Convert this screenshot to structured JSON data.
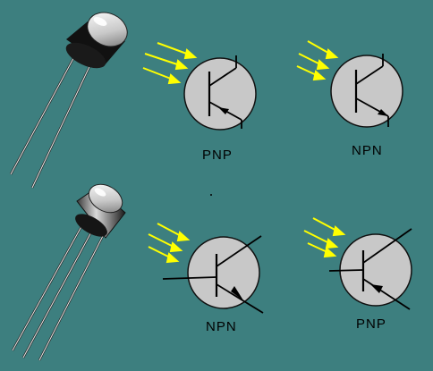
{
  "colors": {
    "background": "#3d7f7f",
    "symbol_circle": "#c8c8c8",
    "light_rays": "#ffff00",
    "lines": "#000000"
  },
  "symbols": [
    {
      "id": "top-left",
      "type": "PNP",
      "label": "PNP"
    },
    {
      "id": "top-right",
      "type": "NPN",
      "label": "NPN"
    },
    {
      "id": "bottom-left",
      "type": "NPN",
      "label": "NPN"
    },
    {
      "id": "bottom-right",
      "type": "PNP",
      "label": "PNP"
    }
  ],
  "components": [
    {
      "id": "two-lead-phototransistor",
      "leads": 2
    },
    {
      "id": "three-lead-phototransistor",
      "leads": 3
    }
  ]
}
